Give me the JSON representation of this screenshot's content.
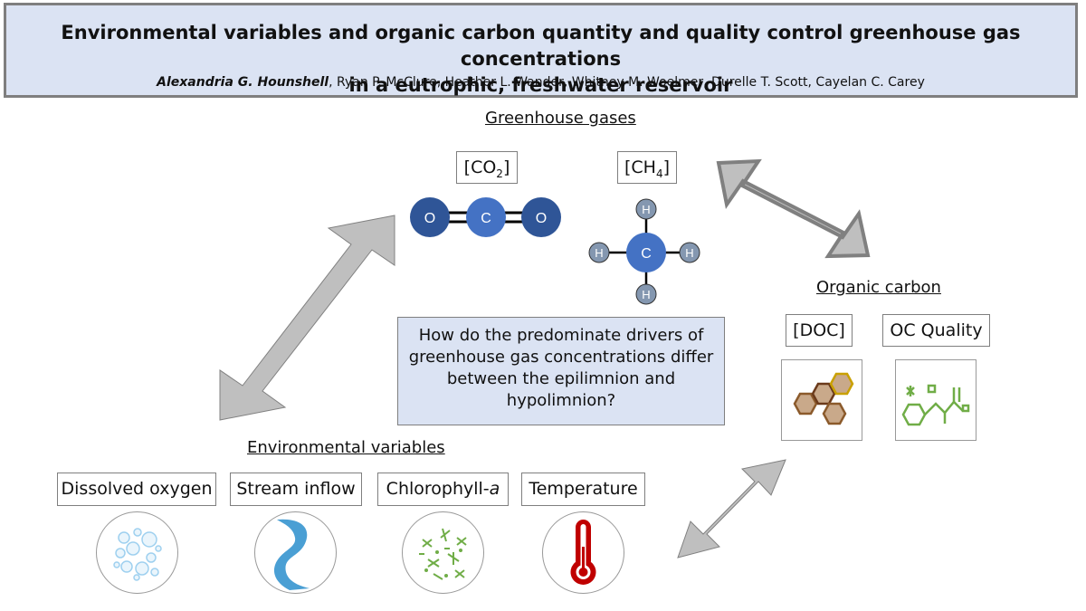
{
  "header": {
    "title_line1": "Environmental variables and organic carbon quantity and quality control greenhouse gas concentrations",
    "title_line2": "in a eutrophic, freshwater reservoir",
    "first_author": "Alexandria G. Hounshell",
    "other_authors": ", Ryan P. McClure, Heather L. Wander, Whitney M. Woelmer, Durelle T. Scott, Cayelan C. Carey"
  },
  "greenhouse": {
    "heading": "Greenhouse gases",
    "co2_label": "CO",
    "co2_sub": "2",
    "ch4_label": "CH",
    "ch4_sub": "4",
    "atom_o": "O",
    "atom_c": "C",
    "atom_h": "H"
  },
  "organic_carbon": {
    "heading": "Organic carbon",
    "doc_label": "[DOC]",
    "quality_label": "OC Quality"
  },
  "question": {
    "text": "How do the predominate drivers of greenhouse gas concentrations differ between the epilimnion and hypolimnion?"
  },
  "environmental": {
    "heading": "Environmental variables",
    "dissolved_oxygen": "Dissolved oxygen",
    "stream_inflow": "Stream inflow",
    "chlorophyll_prefix": "Chlorophyll-",
    "chlorophyll_suffix": "a",
    "temperature": "Temperature"
  },
  "colors": {
    "header_bg": "#dbe3f3",
    "arrow_fill": "#bfbfbf",
    "arrow_stroke": "#808080",
    "oxygen_atom": "#2f5597",
    "carbon_atom": "#4472c4",
    "hydrogen_atom": "#8497b0",
    "thermometer": "#c00000",
    "stream": "#4a9fd4",
    "algae": "#70ad47",
    "hexagon_fill": "#c9a98a"
  },
  "icons": [
    "oxygen-bubbles-icon",
    "stream-icon",
    "algae-icon",
    "thermometer-icon",
    "doc-hexagon-icon",
    "oc-molecule-icon"
  ]
}
